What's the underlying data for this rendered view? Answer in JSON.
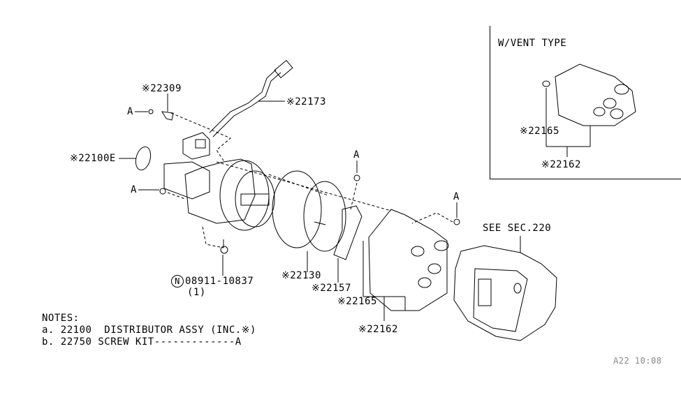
{
  "diagram": {
    "inset": {
      "title": "W/VENT TYPE",
      "labels": {
        "vent": "※22165",
        "cap": "※22162"
      }
    },
    "callouts": {
      "bracket": "※22309",
      "harness": "※22173",
      "oring": "※22100E",
      "screw_marker_1": "A",
      "screw_marker_2": "A",
      "screw_marker_3": "A",
      "screw_marker_4": "A",
      "nut_symbol": "N",
      "nut_part": "08911-10837",
      "nut_qty": "(1)",
      "rotor_plate": "※22130",
      "rotor": "※22157",
      "vent": "※22165",
      "cap": "※22162",
      "see_sec": "SEE SEC.220"
    },
    "notes": {
      "heading": "NOTES:",
      "a": "a. 22100  DISTRIBUTOR ASSY (INC.※)",
      "b": "b. 22750 SCREW KIT-------------A"
    },
    "footer_code": "A22 10:08"
  }
}
